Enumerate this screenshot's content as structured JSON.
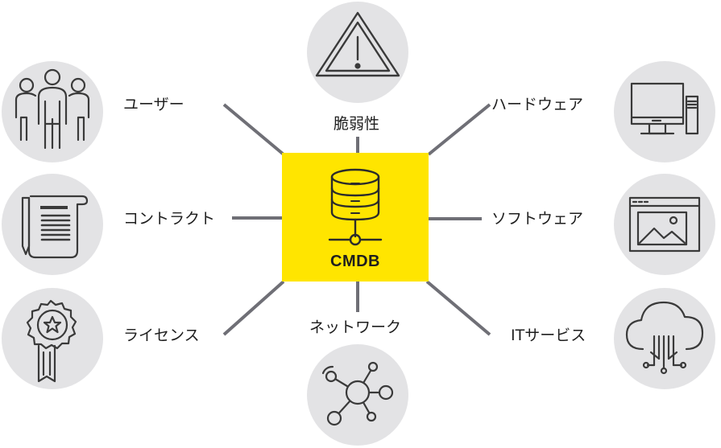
{
  "center": {
    "title": "CMDB",
    "icon": "database-icon"
  },
  "nodes": {
    "users": {
      "label": "ユーザー",
      "icon": "users-icon"
    },
    "contracts": {
      "label": "コントラクト",
      "icon": "contract-icon"
    },
    "licenses": {
      "label": "ライセンス",
      "icon": "license-badge-icon"
    },
    "vulnerability": {
      "label": "脆弱性",
      "icon": "warning-icon"
    },
    "network": {
      "label": "ネットワーク",
      "icon": "network-icon"
    },
    "hardware": {
      "label": "ハードウェア",
      "icon": "computer-icon"
    },
    "software": {
      "label": "ソフトウェア",
      "icon": "software-window-icon"
    },
    "it_services": {
      "label": "ITサービス",
      "icon": "cloud-service-icon"
    }
  },
  "colors": {
    "accent": "#ffe500",
    "circle": "#e3e3e5",
    "line": "#6f6f76",
    "icon": "#3a3a3a"
  }
}
